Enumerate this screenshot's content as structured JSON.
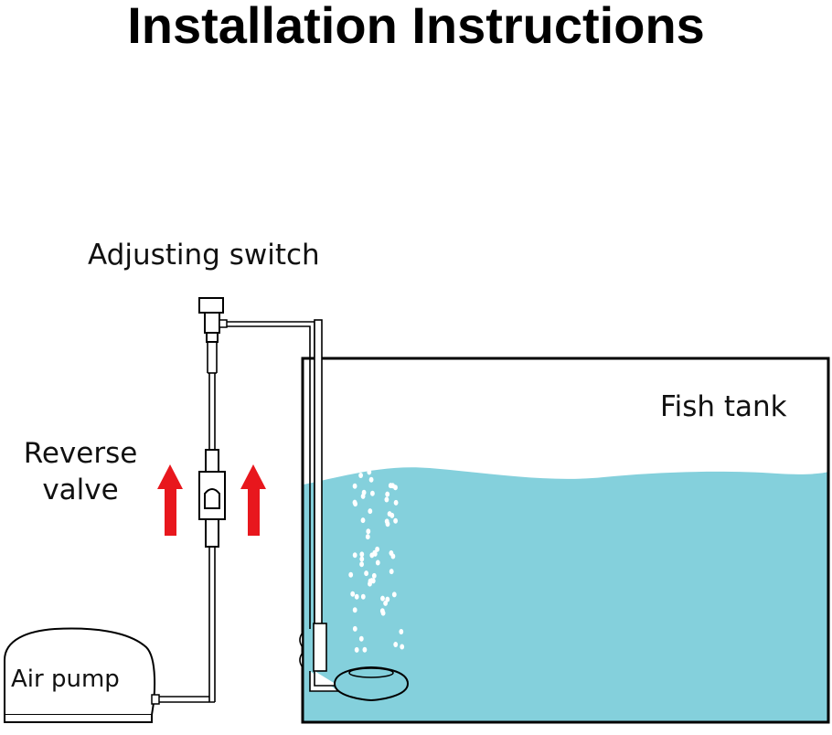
{
  "title": "Installation Instructions",
  "labels": {
    "adjusting_switch": "Adjusting switch",
    "reverse_valve_line1": "Reverse",
    "reverse_valve_line2": "valve",
    "fish_tank": "Fish tank",
    "air_pump": "Air pump"
  },
  "colors": {
    "water": "#84d0dc",
    "arrow": "#e8171d",
    "line": "#000000",
    "bubble": "#ffffff"
  },
  "icons": {
    "flow_arrows": "arrow-up-icon",
    "air_pump": "air-pump-icon",
    "air_stone": "air-stone-icon"
  }
}
